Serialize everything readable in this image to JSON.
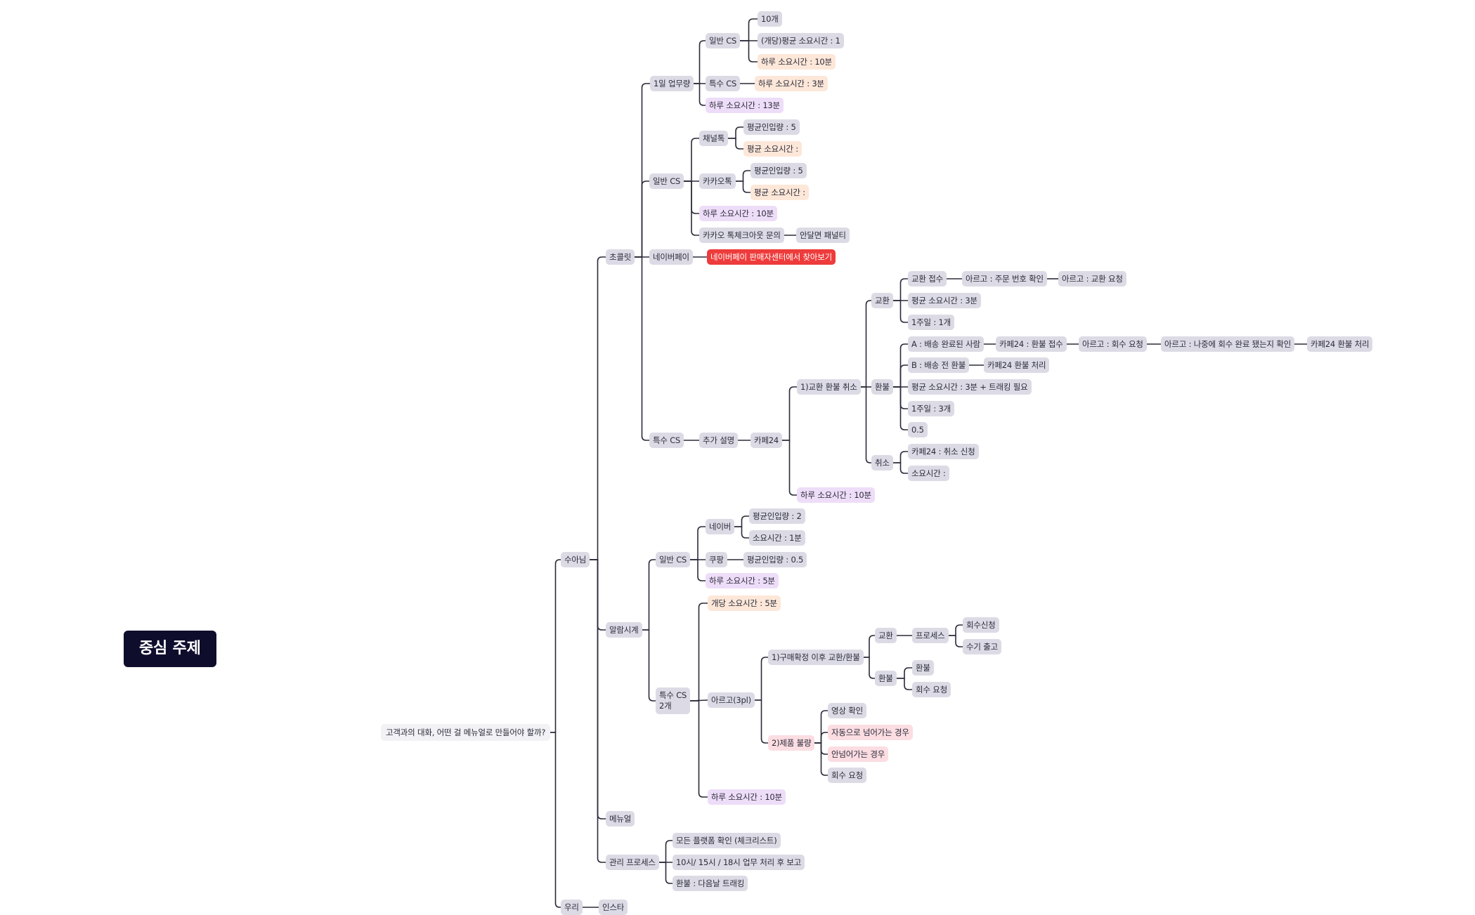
{
  "center": "중심 주제",
  "root": "고객과의 대화, 어떤 걸 메뉴얼로 만들어야 할까?",
  "colors": {
    "line": "#2b2b3a",
    "node": "#dcdbe5",
    "center": "#0e0d2c",
    "orange": "#fde7d8",
    "purple": "#eeddf8",
    "pink": "#fbdde2",
    "red": "#ee3b3b"
  },
  "nodes": {
    "sua": "수아님",
    "uri": "우리",
    "insta": "인스타",
    "chocolate": "초콜릿",
    "daily_work": "1일 업무량",
    "cs_gen_a": "일반 CS",
    "cnt10": "10개",
    "avg_time_1": "(개당)평균 소요시간 : 1",
    "daily_10m_a": "하루 소요시간 : 10분",
    "cs_spec_a": "특수 CS",
    "daily_3m": "하루 소요시간 : 3분",
    "daily_13m": "하루 소요시간 : 13분",
    "cs_gen_b": "일반 CS",
    "channeltalk": "채널톡",
    "ch_in5": "평균인입량 : 5",
    "ch_avg": "평균 소요시간 :",
    "kakaotalk": "카카오톡",
    "kk_in5": "평균인입량 : 5",
    "kk_avg": "평균 소요시간 :",
    "daily_10m_b": "하루 소요시간 : 10분",
    "kakao_checkout": "카카오 톡체크아웃 문의",
    "penalty": "안달면 패널티",
    "naverpay": "네이버페이",
    "naverpay_find": "네이버페이 판매자센터에서 찾아보기",
    "cs_spec_b": "특수 CS",
    "extra_desc": "추가 설명",
    "cafe24": "카페24",
    "ex_refund_cancel": "1)교환 환불 취소",
    "exchange": "교환",
    "ex_receipt": "교환 접수",
    "argo_order": "아르고 : 주문 번호 확인",
    "argo_ex_req": "아르고 : 교환 요청",
    "ex_avg3": "평균 소요시간 : 3분",
    "ex_week1": "1주일 : 1개",
    "refund": "환불",
    "rf_a": "A : 배송 완료된 사람",
    "rf_a_cafe": "카페24 : 환불 접수",
    "rf_a_argo": "아르고 : 회수 요청",
    "rf_a_argo2": "아르고 : 나중에 회수 완료 됐는지 확인",
    "rf_a_cafe2": "카페24 환불 처리",
    "rf_b": "B : 배송 전 환불",
    "rf_b_cafe": "카페24 환불 처리",
    "rf_avg": "평균 소요시간 : 3분 + 트래킹 필요",
    "rf_week": "1주일 : 3개",
    "rf_05": "0.5",
    "cancel": "취소",
    "cc_cafe": "카페24 : 취소 신청",
    "cc_time": "소요시간 :",
    "daily_10m_c": "하루 소요시간 : 10분",
    "alarm_watch": "알람시계",
    "aw_gen": "일반 CS",
    "aw_naver": "네이버",
    "aw_nv_in": "평균인입량 : 2",
    "aw_nv_time": "소요시간 : 1분",
    "aw_coupang": "쿠팡",
    "aw_cp_in": "평균인입량 : 0.5",
    "aw_daily5": "하루 소요시간 : 5분",
    "aw_spec": "특수 CS\n2개",
    "aw_each5": "개당 소요시간 : 5분",
    "aw_argo": "아르고(3pl)",
    "aw_after": "1)구매확정 이후 교환/환불",
    "aw_exchange": "교환",
    "aw_process": "프로세스",
    "aw_recall": "회수신청",
    "aw_manual": "수기 출고",
    "aw_refund": "환불",
    "aw_rf": "환불",
    "aw_rf_recall": "회수 요청",
    "aw_defect": "2)제품 불량",
    "aw_video": "영상 확인",
    "aw_auto": "자동으로 넘어가는 경우",
    "aw_notauto": "안넘어가는 경우",
    "aw_recall_req": "회수 요청",
    "aw_daily10": "하루 소요시간 : 10분",
    "manual": "메뉴얼",
    "mgmt": "관리 프로세스",
    "mg_check": "모든 플랫폼 확인 (체크리스트)",
    "mg_report": "10시/ 15시 / 18시 업무 처리 후 보고",
    "mg_refund": "환불 : 다음날 트래킹"
  }
}
